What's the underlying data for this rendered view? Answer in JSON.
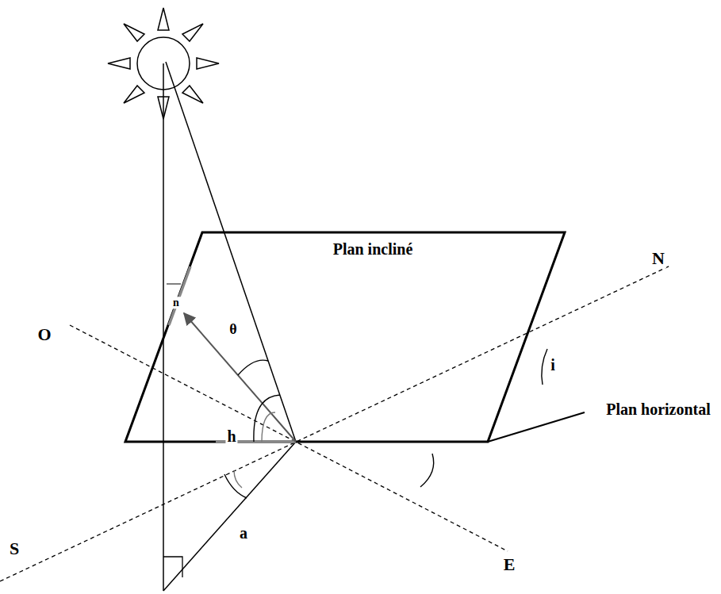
{
  "diagram": {
    "labels": [
      "Plan incliné",
      "N",
      "O",
      "i",
      "Plan horizontal",
      "h",
      "a",
      "S",
      "E",
      "n",
      "θ"
    ]
  }
}
